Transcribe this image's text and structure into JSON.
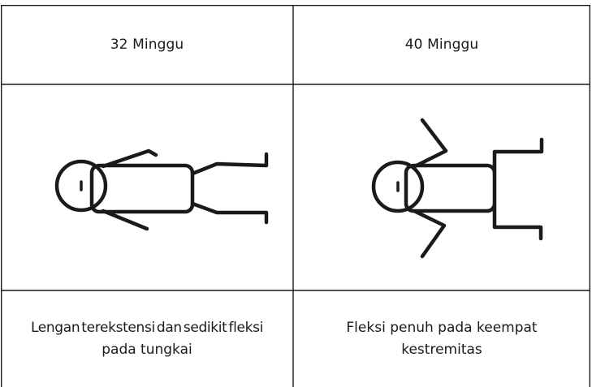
{
  "table": {
    "columns": [
      {
        "header": "32 Minggu",
        "figure_icon": "infant-posture-extended-icon",
        "description_line1": "Lengan terekstensi dan sedikit fleksi",
        "description_line2": "pada tungkai"
      },
      {
        "header": "40 Minggu",
        "figure_icon": "infant-posture-flexed-icon",
        "description_line1": "Fleksi penuh pada keempat",
        "description_line2": "kestremitas"
      }
    ],
    "border_color": "#1a1a1a"
  }
}
